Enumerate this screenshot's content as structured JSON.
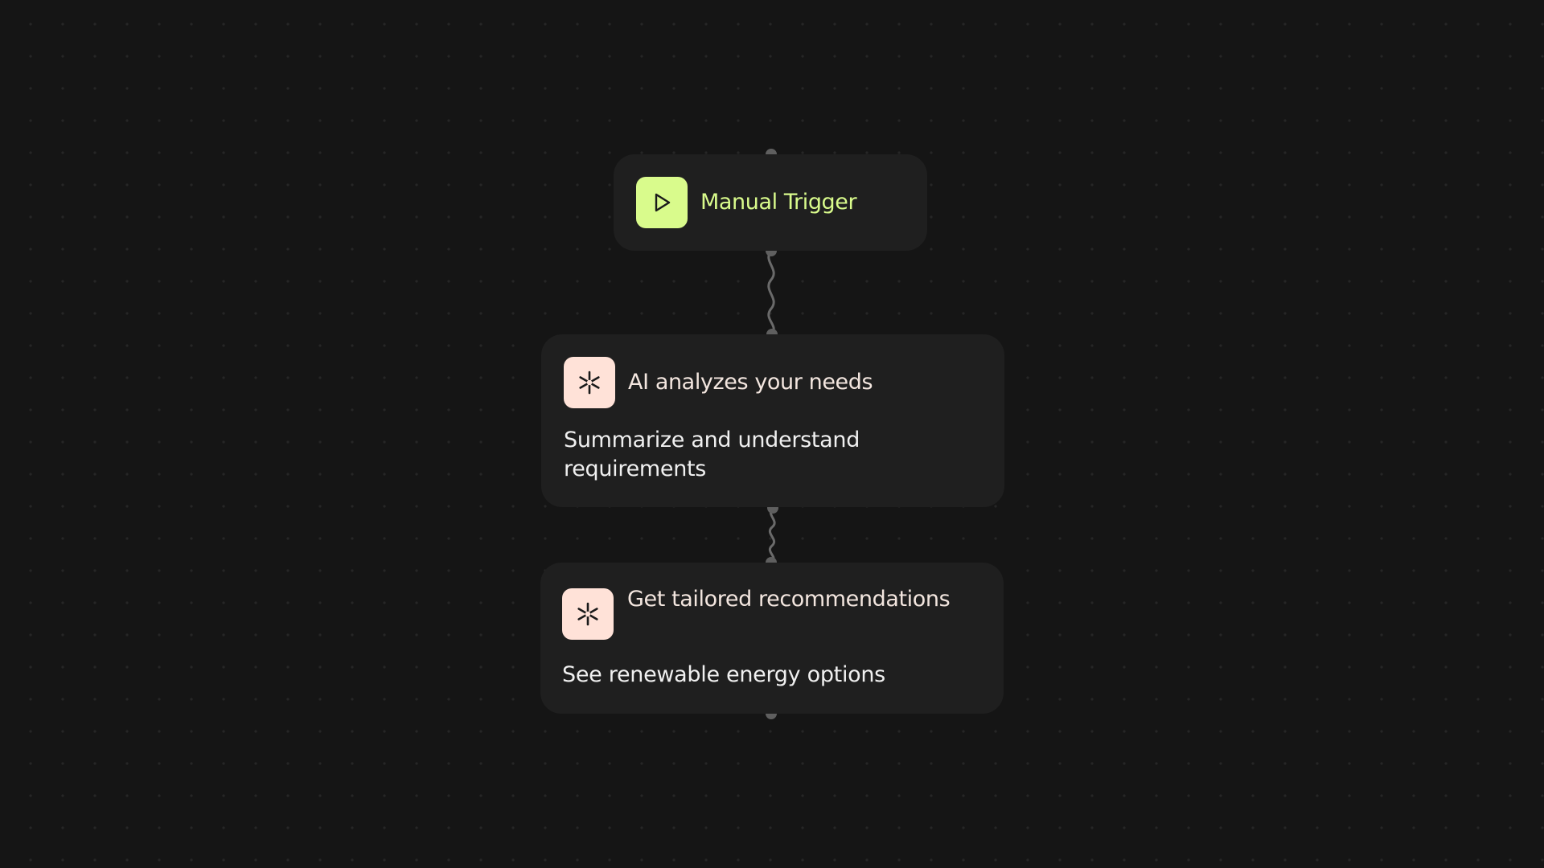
{
  "workflow": {
    "nodes": [
      {
        "id": "trigger",
        "title": "Manual Trigger",
        "icon": "play-icon",
        "icon_color": "#d9fb8c"
      },
      {
        "id": "analyze",
        "title": "AI analyzes your needs",
        "description": "Summarize and understand requirements",
        "icon": "asterisk-icon",
        "icon_color": "#ffe2d8"
      },
      {
        "id": "recommend",
        "title": "Get tailored recommendations",
        "description": "See renewable energy options",
        "icon": "asterisk-icon",
        "icon_color": "#ffe2d8"
      }
    ]
  },
  "theme": {
    "background": "#151515",
    "node_background": "#1f1f1f",
    "accent_lime": "#d9fb8c",
    "accent_peach": "#ffe2d8",
    "connector": "#6a6a6a"
  }
}
